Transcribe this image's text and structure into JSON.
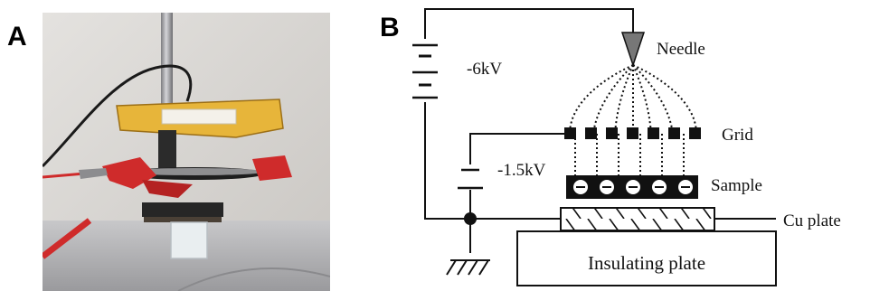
{
  "panels": {
    "a_label": "A",
    "b_label": "B"
  },
  "schematic": {
    "needle_label": "Needle",
    "source_voltage": "-6kV",
    "grid_label": "Grid",
    "grid_voltage": "-1.5kV",
    "sample_label": "Sample",
    "cu_plate_label": "Cu plate",
    "insulating_label": "Insulating plate"
  },
  "colors": {
    "photo_background": "#d9d6d2",
    "tape_yellow": "#e7b53a",
    "tape_red": "#cf2b2b",
    "line": "#111111"
  }
}
